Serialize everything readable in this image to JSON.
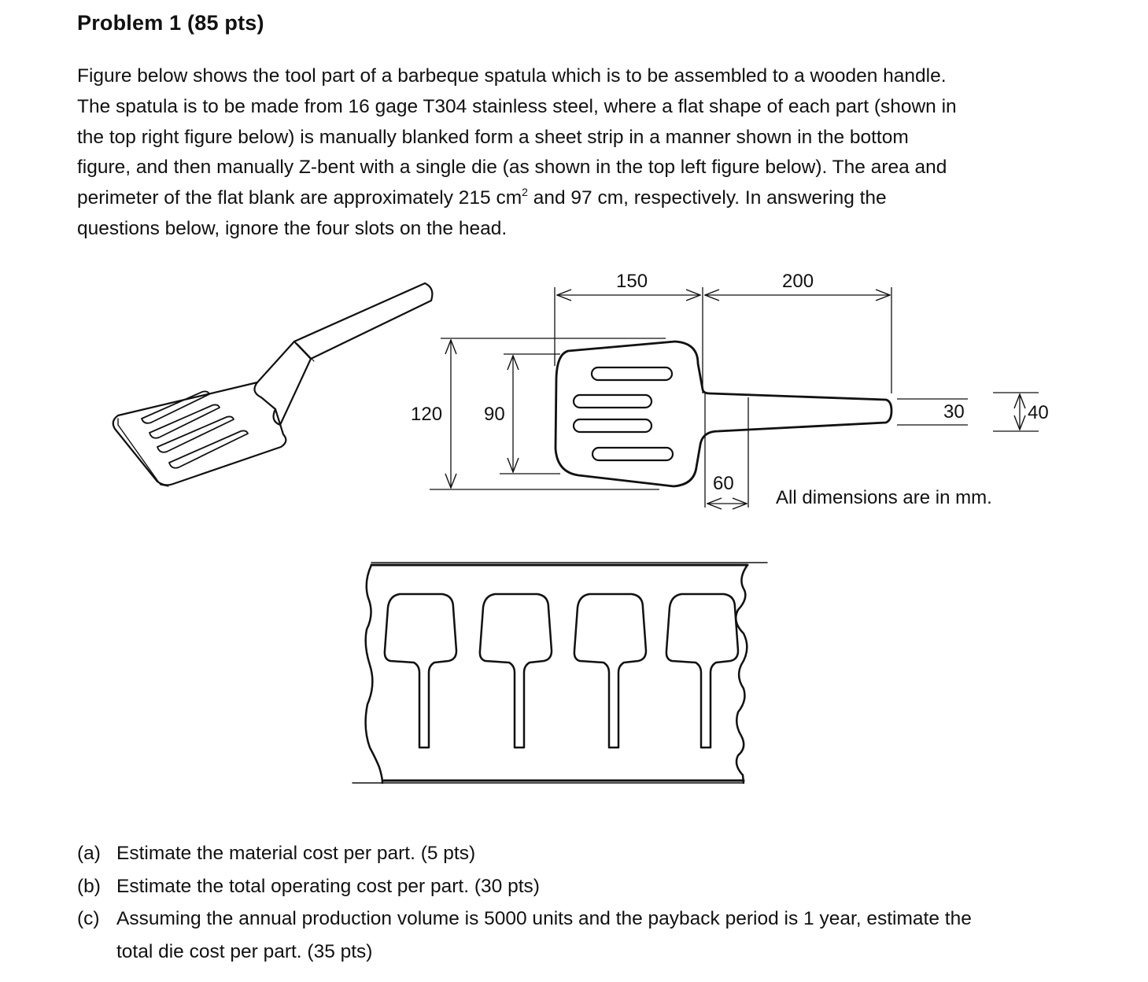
{
  "title": "Problem 1 (85 pts)",
  "paragraph": {
    "line1": "Figure below shows the tool part of a barbeque spatula which is to be assembled to a wooden handle.",
    "line2": "The spatula is to be made from 16 gage T304 stainless steel, where a flat shape of each part (shown in",
    "line3": "the top right figure below) is manually blanked form a sheet strip in a manner shown in the bottom",
    "line4": "figure, and then manually Z-bent with a single die (as shown in the top left figure below).  The area and",
    "line5_a": "perimeter of the flat blank are approximately 215 cm",
    "line5_sup": "2",
    "line5_b": " and 97 cm, respectively. In answering the",
    "line6": "questions below, ignore the four slots on the head."
  },
  "figure": {
    "dimensions": {
      "d150": "150",
      "d200": "200",
      "d120": "120",
      "d90": "90",
      "d30": "30",
      "d40": "40",
      "d60": "60"
    },
    "note": "All dimensions are in mm."
  },
  "questions": [
    {
      "label": "(a)",
      "text": "Estimate the material cost per part. (5 pts)"
    },
    {
      "label": "(b)",
      "text": "Estimate the total operating cost per part. (30 pts)"
    },
    {
      "label": "(c)",
      "text": "Assuming the annual production volume is 5000 units and the payback period is 1 year, estimate the"
    },
    {
      "label": "",
      "text": "total die cost per part. (35 pts)"
    }
  ]
}
